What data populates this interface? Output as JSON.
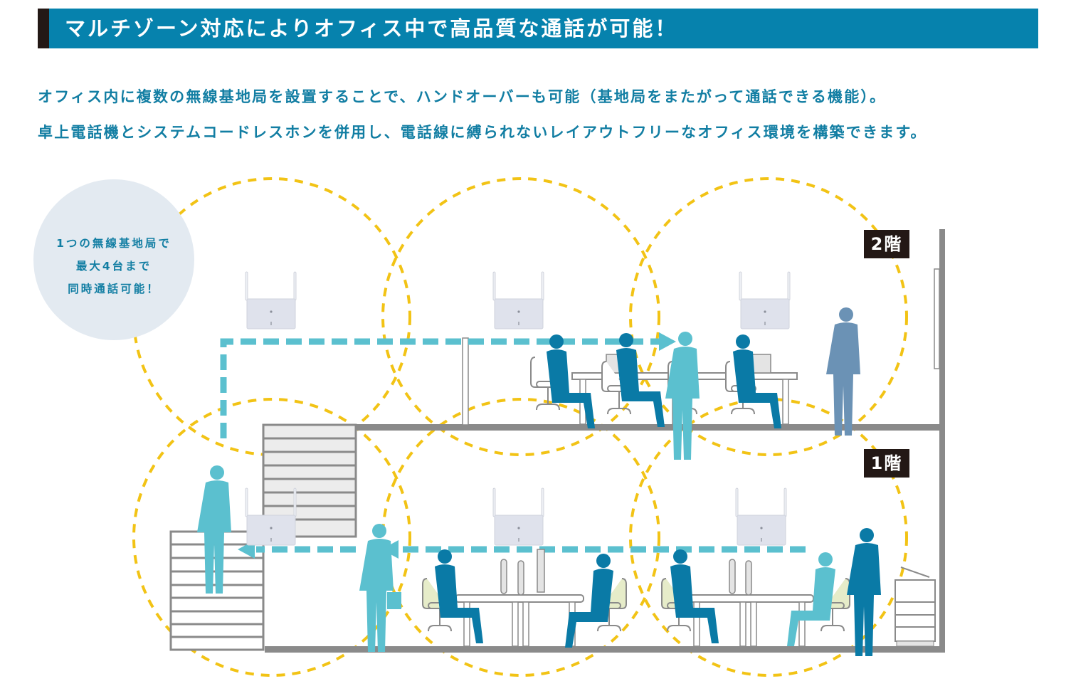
{
  "header": {
    "title": "マルチゾーン対応によりオフィス中で高品質な通話が可能！"
  },
  "description": {
    "lines": [
      "オフィス内に複数の無線基地局を設置することで、ハンドオーバーも可能（基地局をまたがって通話できる機能）。",
      "卓上電話機とシステムコードレスホンを併用し、電話線に縛られないレイアウトフリーなオフィス環境を構築できます。"
    ]
  },
  "callout": {
    "lines": [
      "1つの無線基地局で",
      "最大4台まで",
      "同時通話可能！"
    ]
  },
  "floors": {
    "second": "2階",
    "first": "1階"
  },
  "diagram": {
    "base_stations_per_floor": 3,
    "max_simultaneous_calls_per_station": 4,
    "colors": {
      "header_bg": "#0682ad",
      "header_accent": "#231815",
      "text_accent": "#127ea3",
      "coverage_ring": "#f2c315",
      "handover_path": "#5bc0cf",
      "person_dark": "#0a7aa6",
      "person_light": "#5bc0cf",
      "person_gray": "#6b92b5",
      "structure": "#8a8a8a",
      "callout_bg": "#e3eaf1",
      "chair_seat": "#e6ecc9"
    }
  }
}
